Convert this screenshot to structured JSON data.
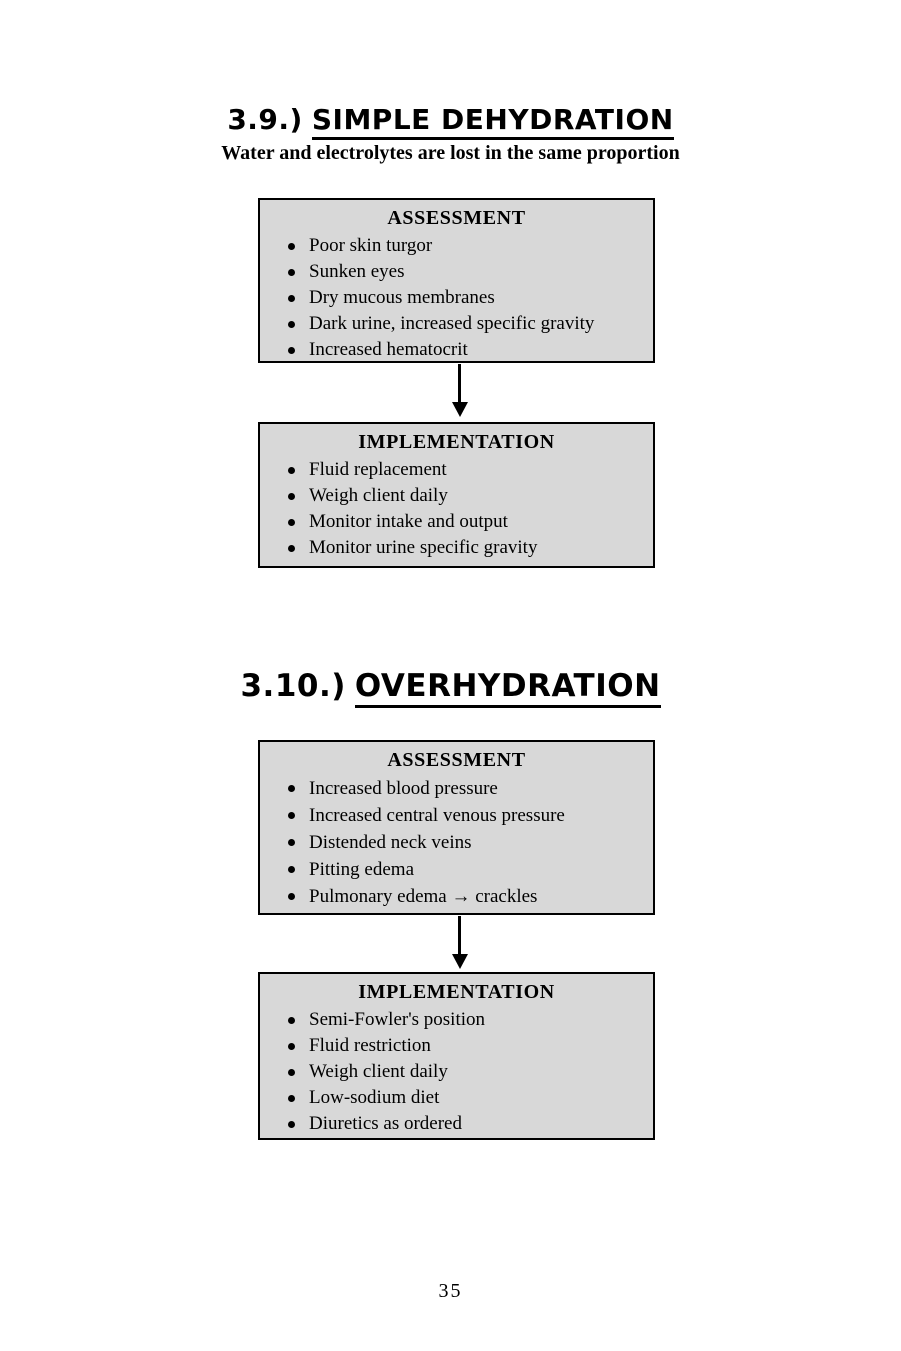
{
  "page": {
    "number": "35"
  },
  "colors": {
    "box_background": "#d8d8d8",
    "box_border": "#000000",
    "text": "#000000"
  },
  "sections": [
    {
      "number": "3.9.)",
      "title": "SIMPLE DEHYDRATION",
      "subtitle": "Water and electrolytes are lost in the same proportion",
      "assessment": {
        "header": "ASSESSMENT",
        "items": [
          "Poor skin turgor",
          "Sunken eyes",
          "Dry mucous membranes",
          "Dark urine, increased specific gravity",
          "Increased hematocrit"
        ]
      },
      "implementation": {
        "header": "IMPLEMENTATION",
        "items": [
          "Fluid replacement",
          "Weigh client daily",
          "Monitor intake and output",
          "Monitor urine specific gravity"
        ]
      }
    },
    {
      "number": "3.10.)",
      "title": "OVERHYDRATION",
      "assessment": {
        "header": "ASSESSMENT",
        "items": [
          "Increased blood pressure",
          "Increased central venous pressure",
          "Distended neck veins",
          "Pitting edema",
          "Pulmonary edema → crackles"
        ]
      },
      "implementation": {
        "header": "IMPLEMENTATION",
        "items": [
          "Semi-Fowler's position",
          "Fluid restriction",
          "Weigh client daily",
          "Low-sodium diet",
          "Diuretics as ordered"
        ]
      }
    }
  ]
}
